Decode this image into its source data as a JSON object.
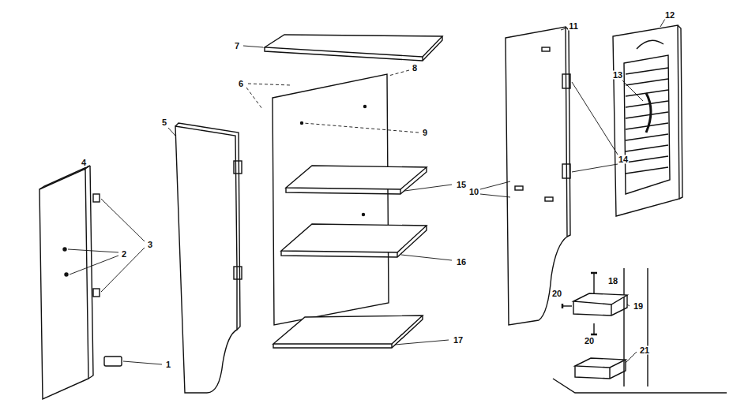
{
  "diagram": {
    "labels": [
      "4",
      "5",
      "7",
      "6",
      "8",
      "9",
      "3",
      "2",
      "1",
      "15",
      "16",
      "17",
      "11",
      "12",
      "13",
      "14",
      "10",
      "18",
      "20",
      "19",
      "20",
      "21"
    ]
  }
}
